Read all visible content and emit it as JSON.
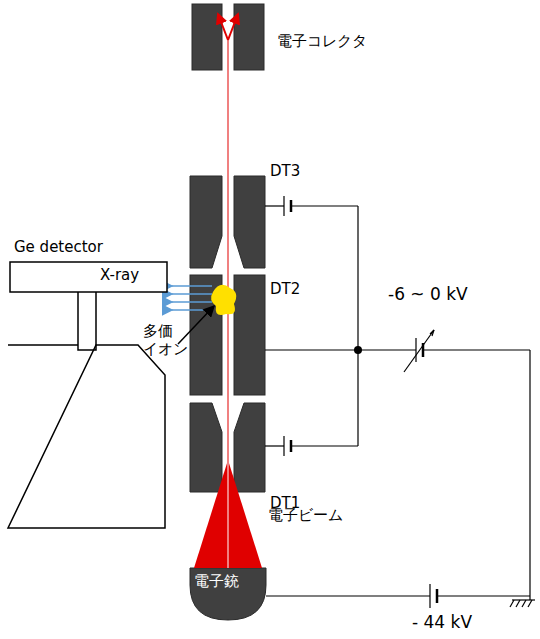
{
  "diagram": {
    "nodes": [
      {
        "text": [
          "Ge detector"
        ]
      }
    ],
    "labels": [
      "電子コレクタ",
      "DT3",
      "X-ray",
      "DT2",
      "-6 ~ 0 kV",
      "多価 イオン",
      "DT1",
      "電子ビーム",
      "電子銃",
      "- 44 kV"
    ]
  }
}
